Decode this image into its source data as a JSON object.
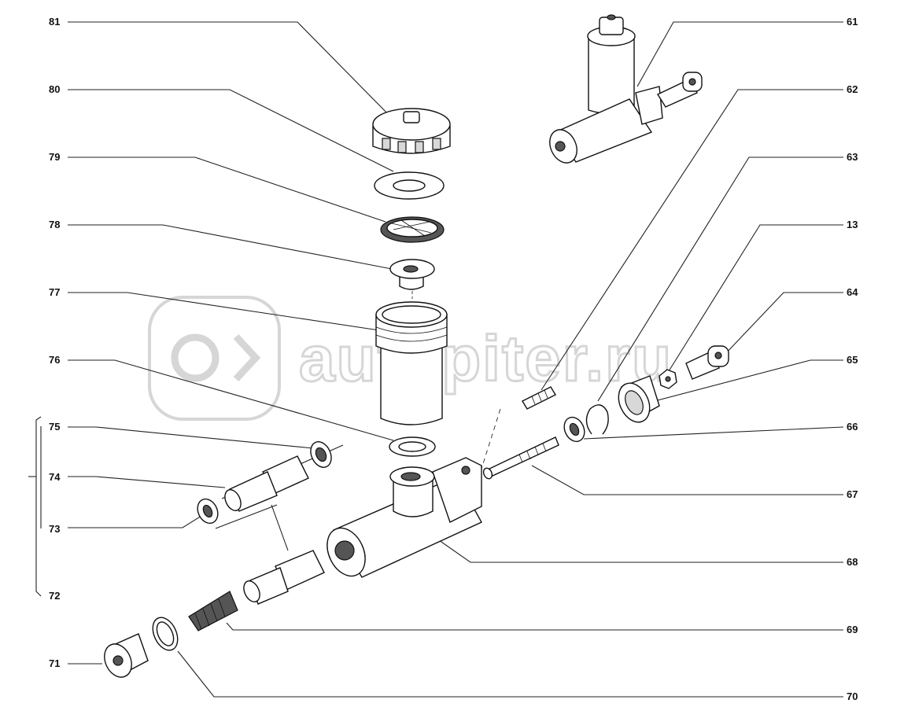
{
  "watermark": "autopiter.ru",
  "labels": {
    "l81": "81",
    "l80": "80",
    "l79": "79",
    "l78": "78",
    "l77": "77",
    "l76": "76",
    "l75": "75",
    "l74": "74",
    "l73": "73",
    "l72": "72",
    "l71": "71",
    "l61": "61",
    "l62": "62",
    "l63": "63",
    "l13": "13",
    "l64": "64",
    "l65": "65",
    "l66": "66",
    "l67": "67",
    "l68": "68",
    "l69": "69",
    "l70": "70"
  }
}
